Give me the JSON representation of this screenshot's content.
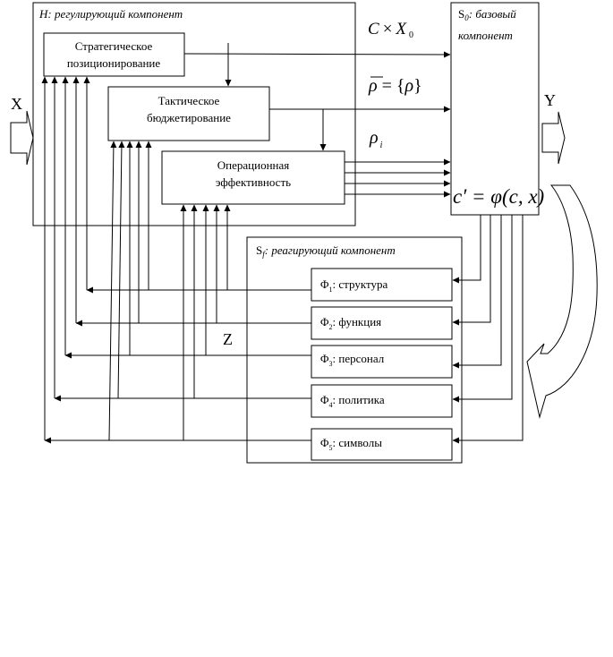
{
  "blocks": {
    "regulating": {
      "name_part": "H: ",
      "title": "регулирующий компонент"
    },
    "base": {
      "symbol": "S",
      "sub": "0",
      "title": ": базовый",
      "title2": "компонент"
    },
    "reacting": {
      "symbol": "S",
      "sub": "f",
      "title": ": реагирующий компонент"
    }
  },
  "inner_boxes": {
    "strategic": {
      "line1": "Стратегическое",
      "line2": "позиционирование"
    },
    "tactical": {
      "line1": "Тактическое",
      "line2": "бюджетирование"
    },
    "operational": {
      "line1": "Операционная",
      "line2": "эффективность"
    }
  },
  "phi_boxes": [
    {
      "symbol": "Φ",
      "sub": "1",
      "label": ": структура"
    },
    {
      "symbol": "Φ",
      "sub": "2",
      "label": ": функция"
    },
    {
      "symbol": "Φ",
      "sub": "3",
      "label": ": персонал"
    },
    {
      "symbol": "Φ",
      "sub": "4",
      "label": ": политика"
    },
    {
      "symbol": "Φ",
      "sub": "5",
      "label": ": символы"
    }
  ],
  "formulas": {
    "cx_c": "C",
    "cx_times": "×",
    "cx_x": "X",
    "cx_sub": "0",
    "rho_bar": "ρ",
    "rho_eq": " = {",
    "rho_in": "ρ",
    "rho_close": "}",
    "rho_i": "ρ",
    "rho_i_sub": "i",
    "phi_formula": "c′ = φ(c, x)"
  },
  "labels": {
    "input": "X",
    "output": "Y",
    "feedback": "Z"
  }
}
